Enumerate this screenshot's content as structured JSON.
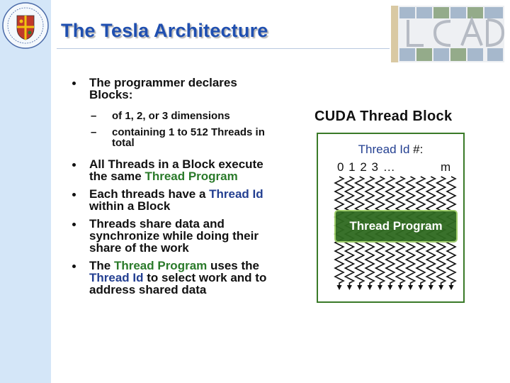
{
  "slide": {
    "title": "The Tesla Architecture"
  },
  "bullets": [
    {
      "text": "The programmer declares Blocks:"
    },
    {
      "text_before": "All Threads in a Block execute the same ",
      "highlight": "Thread Program",
      "text_after": ""
    },
    {
      "text_before": "Each threads have a ",
      "highlight": "Thread Id",
      "text_after": " within a Block"
    },
    {
      "text": "Threads share data and synchronize while doing their share of the work"
    },
    {
      "text_before": "The ",
      "highlight": "Thread Program",
      "text_mid": " uses the ",
      "highlight2": "Thread Id",
      "text_after": " to select work and to address shared data"
    }
  ],
  "sub_bullets": [
    {
      "text": "of 1, 2, or 3 dimensions"
    },
    {
      "text": "containing 1 to 512 Threads in total"
    }
  ],
  "diagram": {
    "heading": "CUDA Thread Block",
    "thread_id_label": "Thread Id",
    "thread_id_suffix": " #:",
    "thread_numbers": "0 1 2 3 …",
    "thread_last": "m",
    "program_label": "Thread Program"
  },
  "colors": {
    "title": "#1f4fb0",
    "highlight_green": "#2a7a2a",
    "highlight_blue": "#233f91",
    "program_box": "#2f6a20",
    "frame": "#3a7a28"
  },
  "icons": {
    "university_crest": "crest-icon",
    "lab_logo": "lcad-logo-icon"
  }
}
